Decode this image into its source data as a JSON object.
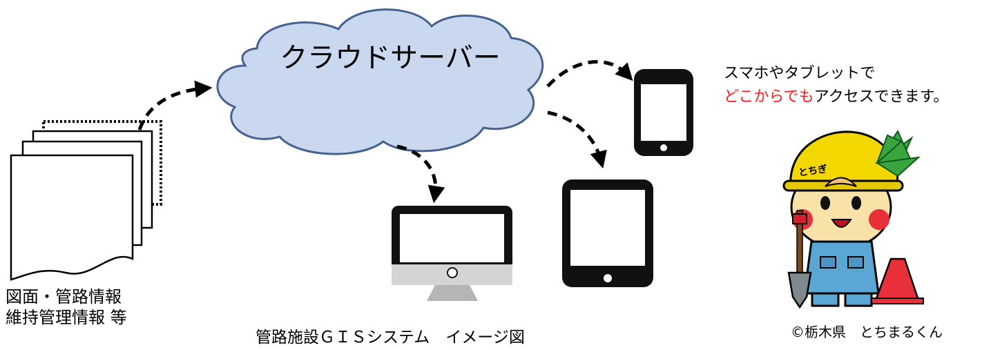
{
  "cloud": {
    "label": "クラウドサーバー"
  },
  "documents": {
    "label_line1": "図面・管路情報",
    "label_line2": "維持管理情報 等"
  },
  "caption": "管路施設ＧＩＳシステム　イメージ図",
  "access_note": {
    "line1": "スマホやタブレットで",
    "line2_highlight": "どこからでも",
    "line2_rest": "アクセスできます。",
    "highlight_color": "#ff1a1a"
  },
  "mascot": {
    "helmet_text": "とちぎ",
    "credit": "©栃木県　とちまるくん"
  },
  "devices": [
    "smartphone-icon",
    "tablet-icon",
    "desktop-monitor-icon"
  ],
  "colors": {
    "cloud_fill": "#c9d7ef",
    "cloud_stroke": "#44628f",
    "helmet": "#f2d800",
    "uniform": "#5aa7d6"
  }
}
